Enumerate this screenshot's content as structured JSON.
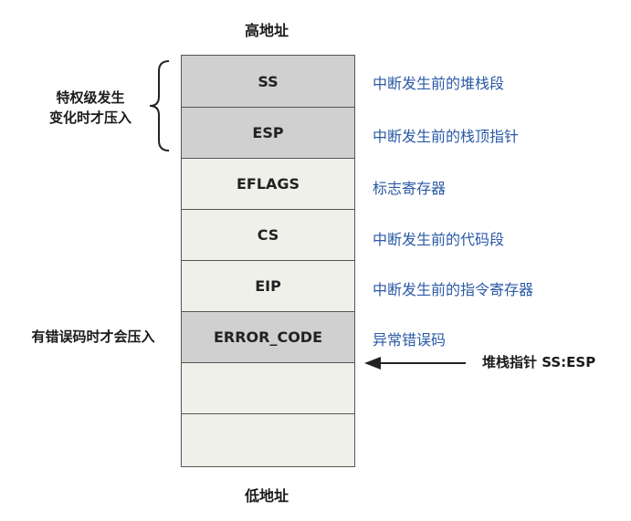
{
  "high_address": "高地址",
  "low_address": "低地址",
  "slots": [
    {
      "label": "SS",
      "desc": "中断发生前的堆栈段",
      "fill": "#d0d0d0"
    },
    {
      "label": "ESP",
      "desc": "中断发生前的栈顶指针",
      "fill": "#d0d0d0"
    },
    {
      "label": "EFLAGS",
      "desc": "标志寄存器",
      "fill": "#f0f0ea"
    },
    {
      "label": "CS",
      "desc": "中断发生前的代码段",
      "fill": "#f0f0ea"
    },
    {
      "label": "EIP",
      "desc": "中断发生前的指令寄存器",
      "fill": "#f0f0ea"
    },
    {
      "label": "ERROR_CODE",
      "desc": "异常错误码",
      "fill": "#d0d0d0"
    },
    {
      "label": "",
      "desc": "",
      "fill": "#f0f0ea"
    },
    {
      "label": "",
      "desc": "",
      "fill": "#f0f0ea"
    }
  ],
  "privilege_note": {
    "line1": "特权级发生",
    "line2": "变化时才压入"
  },
  "error_note": "有错误码时才会压入",
  "stack_pointer": "堆栈指针 SS:ESP",
  "colors": {
    "desc_text": "#2b5aa6",
    "pushed_fill": "#d0d0d0",
    "normal_fill": "#f0f0ea"
  }
}
